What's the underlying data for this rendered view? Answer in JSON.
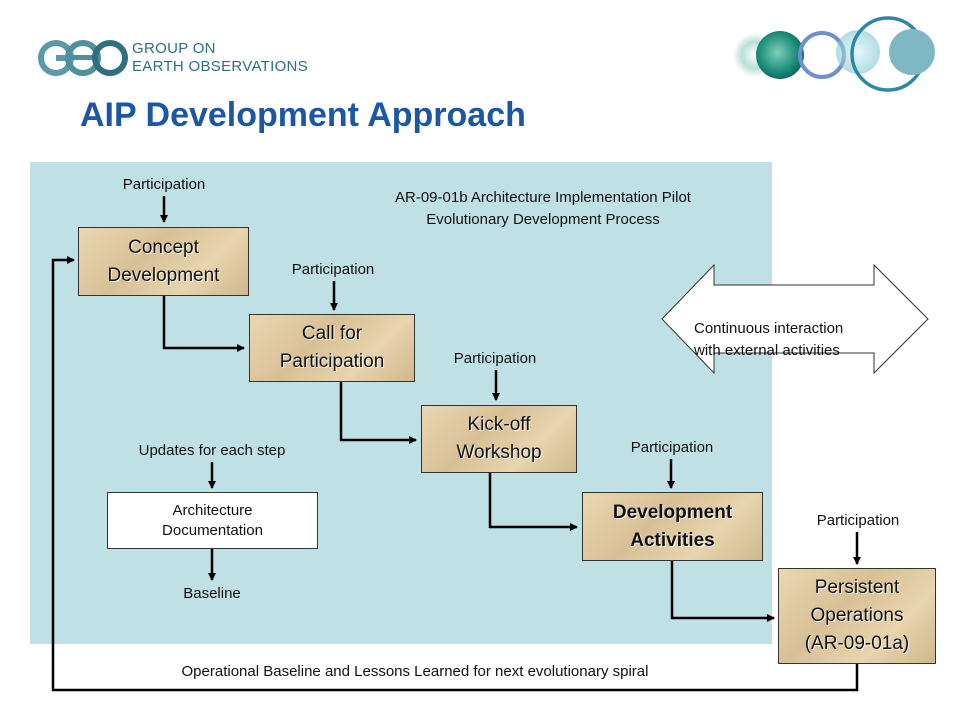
{
  "header": {
    "logo_mark": "GEO",
    "org_line1": "GROUP ON",
    "org_line2": "EARTH OBSERVATIONS",
    "title": "AIP Development Approach"
  },
  "diagram": {
    "caption_line1": "AR-09-01b Architecture Implementation Pilot",
    "caption_line2": "Evolutionary Development Process",
    "participation": "Participation",
    "steps": {
      "concept": "Concept\nDevelopment",
      "call": "Call for\nParticipation",
      "kickoff": "Kick-off\nWorkshop",
      "development": "Development\nActivities",
      "persistent": "Persistent\nOperations\n(AR-09-01a)"
    },
    "arch_doc": "Architecture\nDocumentation",
    "updates_label": "Updates for each step",
    "baseline_label": "Baseline",
    "interaction_label": "Continuous interaction\nwith external activities",
    "footer_label": "Operational Baseline and Lessons Learned for next evolutionary spiral"
  },
  "colors": {
    "title": "#1c57a5",
    "panel": "#bfe0e4",
    "box_fill": "#d8c096",
    "logo": "#2e6f80"
  }
}
